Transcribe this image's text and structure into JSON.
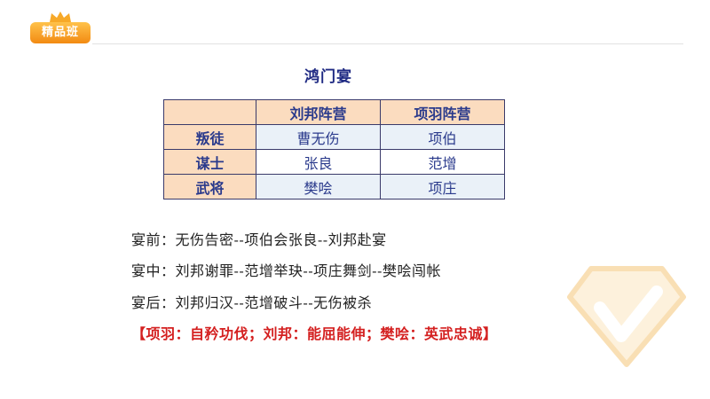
{
  "brand": {
    "badge_label": "精品班"
  },
  "title": "鸿门宴",
  "table": {
    "columns": [
      "刘邦阵营",
      "项羽阵营"
    ],
    "rows": [
      {
        "label": "叛徒",
        "values": [
          "曹无伤",
          "项伯"
        ]
      },
      {
        "label": "谋士",
        "values": [
          "张良",
          "范增"
        ]
      },
      {
        "label": "武将",
        "values": [
          "樊哙",
          "项庄"
        ]
      }
    ]
  },
  "lines": [
    "宴前：无伤告密--项伯会张良--刘邦赴宴",
    "宴中：刘邦谢罪--范增举玦--项庄舞剑--樊哙闯帐",
    "宴后：刘邦归汉--范增破斗--无伤被杀"
  ],
  "summary": "【项羽：自矜功伐；刘邦：能屈能伸；樊哙：英武忠诚】",
  "colors": {
    "accent_orange": "#f28a12",
    "title_navy": "#1f2a83",
    "table_header": "#fbdcbf",
    "summary_red": "#d42020"
  }
}
